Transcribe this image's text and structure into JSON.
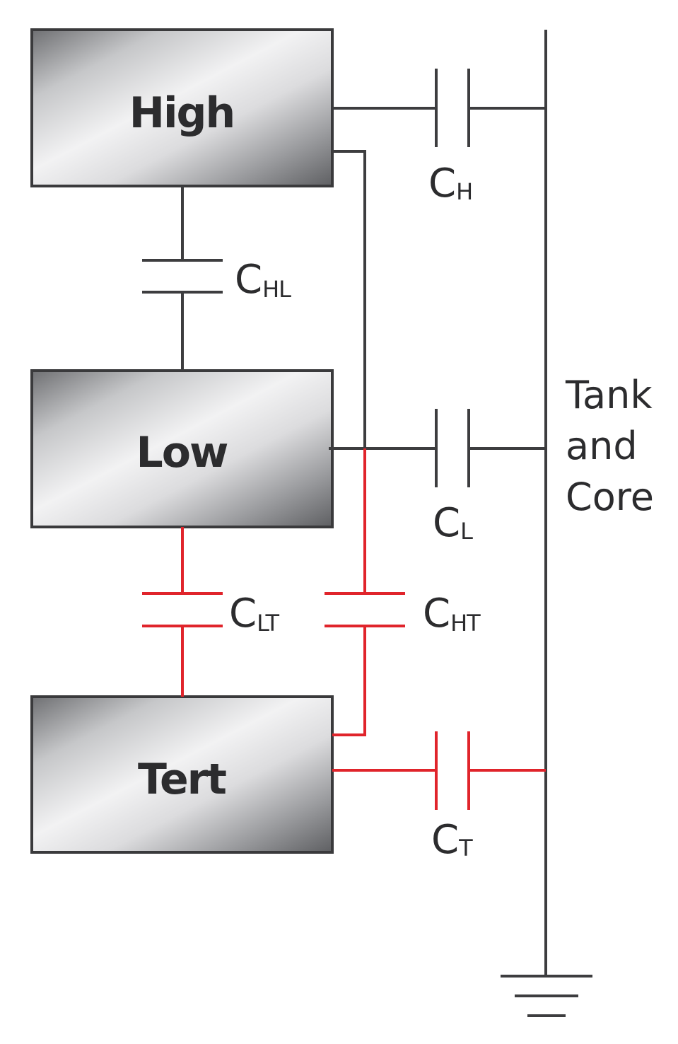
{
  "blocks": {
    "high": "High",
    "low": "Low",
    "tert": "Tert"
  },
  "capacitors": {
    "ch": {
      "main": "C",
      "sub": "H"
    },
    "chl": {
      "main": "C",
      "sub": "HL"
    },
    "cl": {
      "main": "C",
      "sub": "L"
    },
    "clt": {
      "main": "C",
      "sub": "LT"
    },
    "cht": {
      "main": "C",
      "sub": "HT"
    },
    "ct": {
      "main": "C",
      "sub": "T"
    }
  },
  "tank_core": {
    "line1": "Tank",
    "line2": "and",
    "line3": "Core"
  },
  "colors": {
    "wire_black": "#3d3d3f",
    "wire_red": "#e0242b",
    "text": "#2c2c2e"
  },
  "icons": {
    "ground": "ground-icon"
  }
}
